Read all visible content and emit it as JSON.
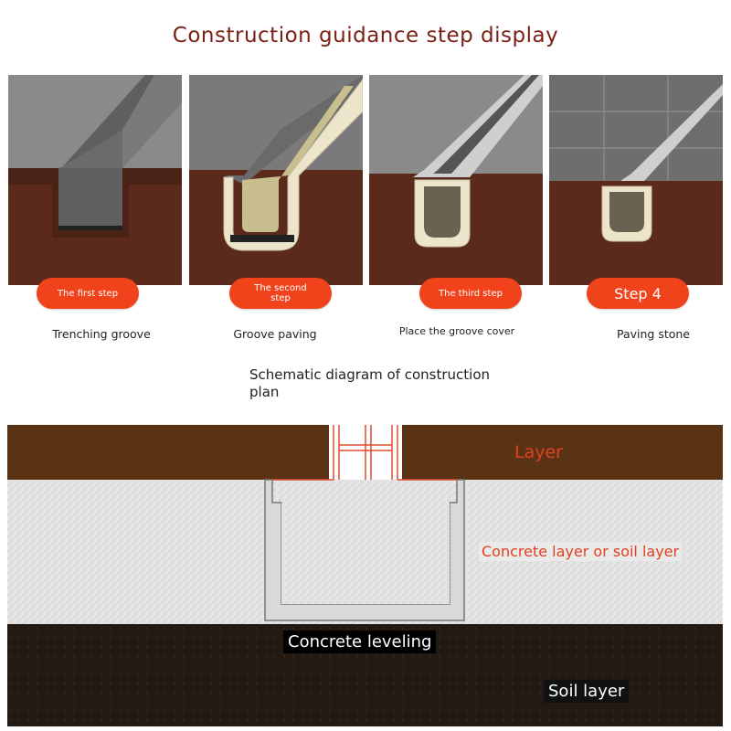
{
  "title": "Construction guidance step display",
  "steps": [
    {
      "badge": "The first step",
      "caption": "Trenching groove"
    },
    {
      "badge": "The second step",
      "caption": "Groove paving"
    },
    {
      "badge": "The third step",
      "caption": "Place the groove cover"
    },
    {
      "badge": "Step 4",
      "caption": "Paving stone"
    }
  ],
  "schematic_title": "Schematic diagram of construction plan",
  "labels": {
    "layer": "Layer",
    "concrete": "Concrete layer or soil layer",
    "leveling": "Concrete leveling",
    "soil": "Soil layer"
  },
  "colors": {
    "title": "#7a1f14",
    "badge": "#f0431c",
    "label_red": "#e2401f",
    "soil_brown": "#5b2a1c",
    "top_layer": "#5a3315",
    "concrete": "#e6e6e6",
    "grey_surface": "#6f6f6f",
    "groove_beige": "#ece5cc"
  }
}
